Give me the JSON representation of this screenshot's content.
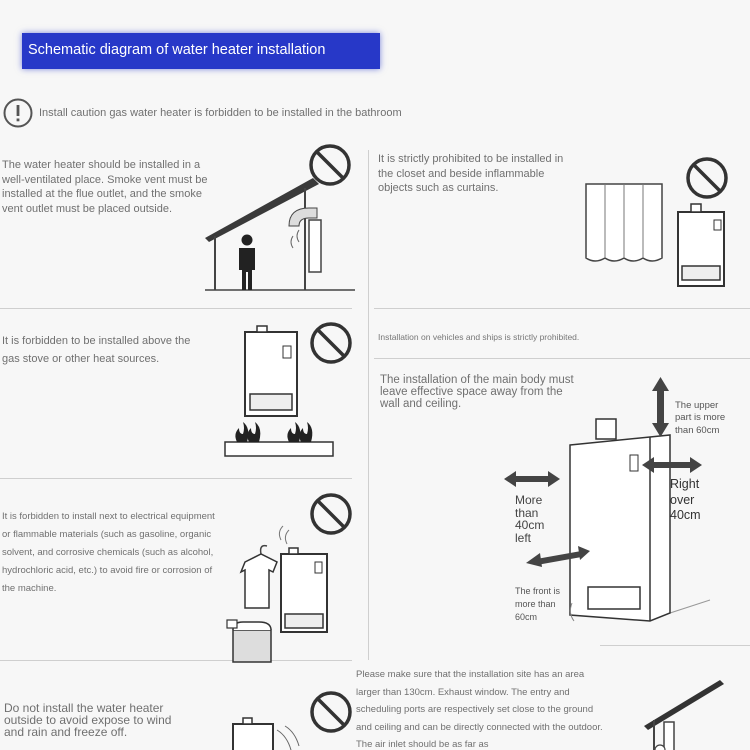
{
  "header": {
    "title": "Schematic diagram of water heater installation"
  },
  "caution": {
    "text": "Install caution gas water heater is forbidden to be installed in the bathroom"
  },
  "panels": {
    "ventilation": "The water heater should be installed in a well-ventilated place. Smoke vent must be installed at the flue outlet, and the smoke vent outlet must be placed outside.",
    "closet": "It is strictly prohibited to be installed in the closet and beside inflammable objects such as curtains.",
    "stove": "It is forbidden to be installed above the gas stove or other heat sources.",
    "vehicles": "Installation on vehicles and ships is strictly prohibited.",
    "space": "The installation of the main body must leave effective space away from the wall and ceiling.",
    "electrical": "It is forbidden to install next to electrical equipment or flammable materials (such as gasoline, organic solvent, and corrosive chemicals (such as alcohol, hydrochloric acid, etc.) to avoid fire or corrosion of the machine.",
    "outdoor": "Do not install the water heater outside to avoid expose to wind and rain and freeze off.",
    "area": "Please make sure that the installation site has an area larger than 130cm. Exhaust window. The entry and scheduling ports are respectively set close to the ground and ceiling and can be directly connected with the outdoor. The air inlet should be as far as"
  },
  "clearance": {
    "upper": "The upper part is more than 60cm",
    "right": "Right over 40cm",
    "left": "More than 40cm left",
    "front": "The front is more than 60cm"
  }
}
